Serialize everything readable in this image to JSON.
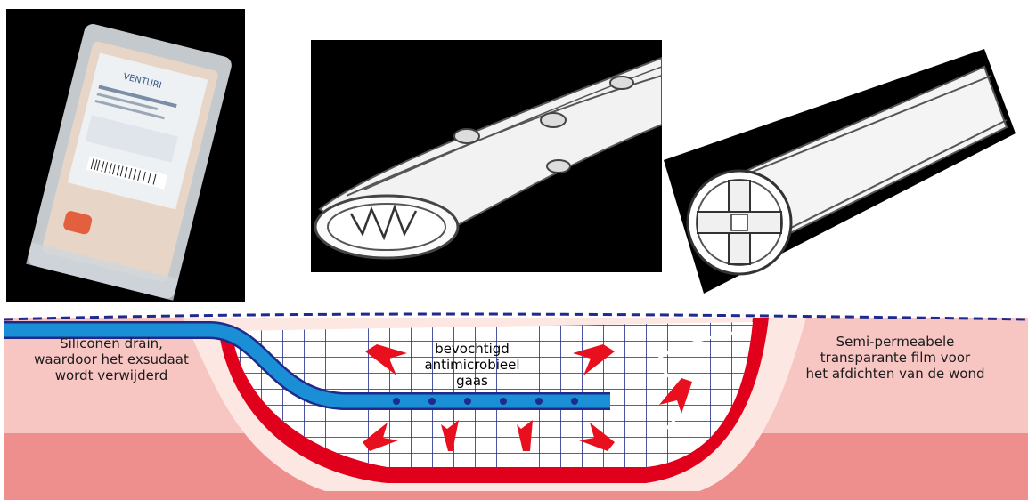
{
  "photo": {
    "brand": "VENTURI"
  },
  "diagram": {
    "labels": {
      "drain": [
        "Siliconen drain,",
        "waardoor het exsudaat",
        "wordt verwijderd"
      ],
      "gauze": [
        "bevochtigd",
        "antimicrobieel",
        "gaas"
      ],
      "film": [
        "Semi-permeabele",
        "transparante film voor",
        "het afdichten van de wond"
      ]
    },
    "colors": {
      "skin_outer": "#f7c6c3",
      "skin_deep": "#ee8f8d",
      "tissue_pale": "#fde7e3",
      "wound_red": "#e0001b",
      "drain_blue": "#1a8fd6",
      "grid_blue": "#1f2a8c",
      "arrow_red": "#e8101e"
    }
  }
}
